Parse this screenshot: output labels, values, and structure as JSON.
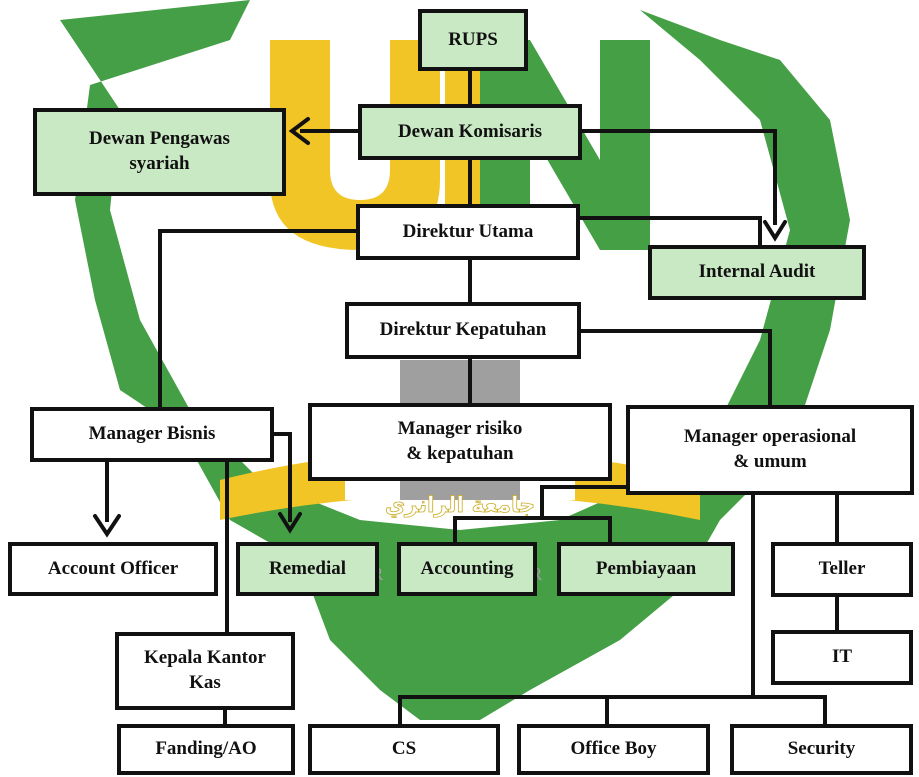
{
  "watermark": {
    "arabic_text": "جامعة الرانري",
    "latin_text": "A R - R A N I R Y",
    "colors": {
      "green": "#3a9a3c",
      "yellow": "#f1c21b"
    }
  },
  "colors": {
    "line": "#111111",
    "box_green": "#c9e8c4",
    "box_white": "#ffffff"
  },
  "nodes": {
    "rups": "RUPS",
    "dewan_komisaris": "Dewan Komisaris",
    "dewan_pengawas_l1": "Dewan Pengawas",
    "dewan_pengawas_l2": "syariah",
    "direktur_utama": "Direktur Utama",
    "internal_audit": "Internal Audit",
    "direktur_kepatuhan": "Direktur Kepatuhan",
    "manager_bisnis": "Manager Bisnis",
    "manager_risiko_l1": "Manager risiko",
    "manager_risiko_l2": "& kepatuhan",
    "manager_operasional_l1": "Manager operasional",
    "manager_operasional_l2": "& umum",
    "account_officer": "Account Officer",
    "remedial": "Remedial",
    "accounting": "Accounting",
    "pembiayaan": "Pembiayaan",
    "teller": "Teller",
    "it": "IT",
    "kepala_kantor_l1": "Kepala Kantor",
    "kepala_kantor_l2": "Kas",
    "fanding_ao": "Fanding/AO",
    "cs": "CS",
    "office_boy": "Office Boy",
    "security": "Security"
  }
}
